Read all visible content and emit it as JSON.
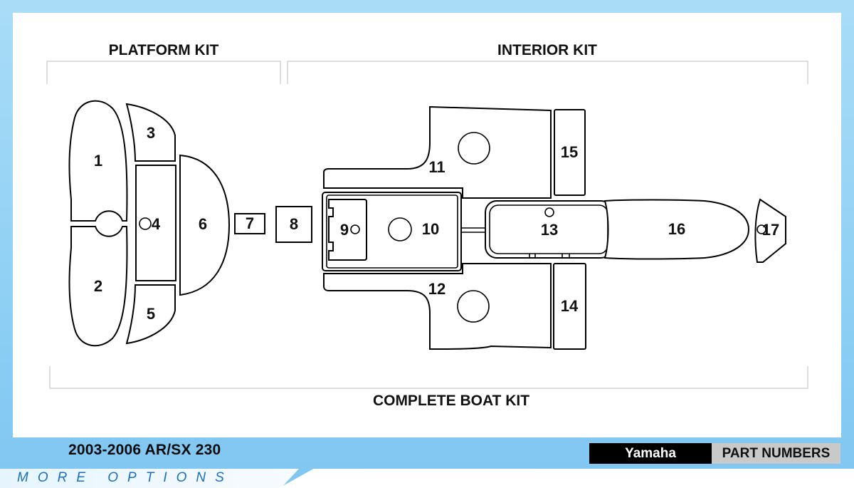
{
  "labels": {
    "platform_kit": "PLATFORM KIT",
    "interior_kit": "INTERIOR KIT",
    "complete_kit": "COMPLETE BOAT KIT"
  },
  "parts": {
    "p1": "1",
    "p2": "2",
    "p3": "3",
    "p4": "4",
    "p5": "5",
    "p6": "6",
    "p7": "7",
    "p8": "8",
    "p9": "9",
    "p10": "10",
    "p11": "11",
    "p12": "12",
    "p13": "13",
    "p14": "14",
    "p15": "15",
    "p16": "16",
    "p17": "17"
  },
  "footer": {
    "model": "2003-2006 AR/SX 230",
    "more_options": "MORE OPTIONS",
    "brand": "Yamaha",
    "part_numbers": "PART NUMBERS"
  },
  "colors": {
    "frame": "#8fd0f4",
    "more_options_text": "#1b6ec2",
    "brand_tab": "#000000",
    "part_numbers_tab": "#c9c9c9"
  }
}
